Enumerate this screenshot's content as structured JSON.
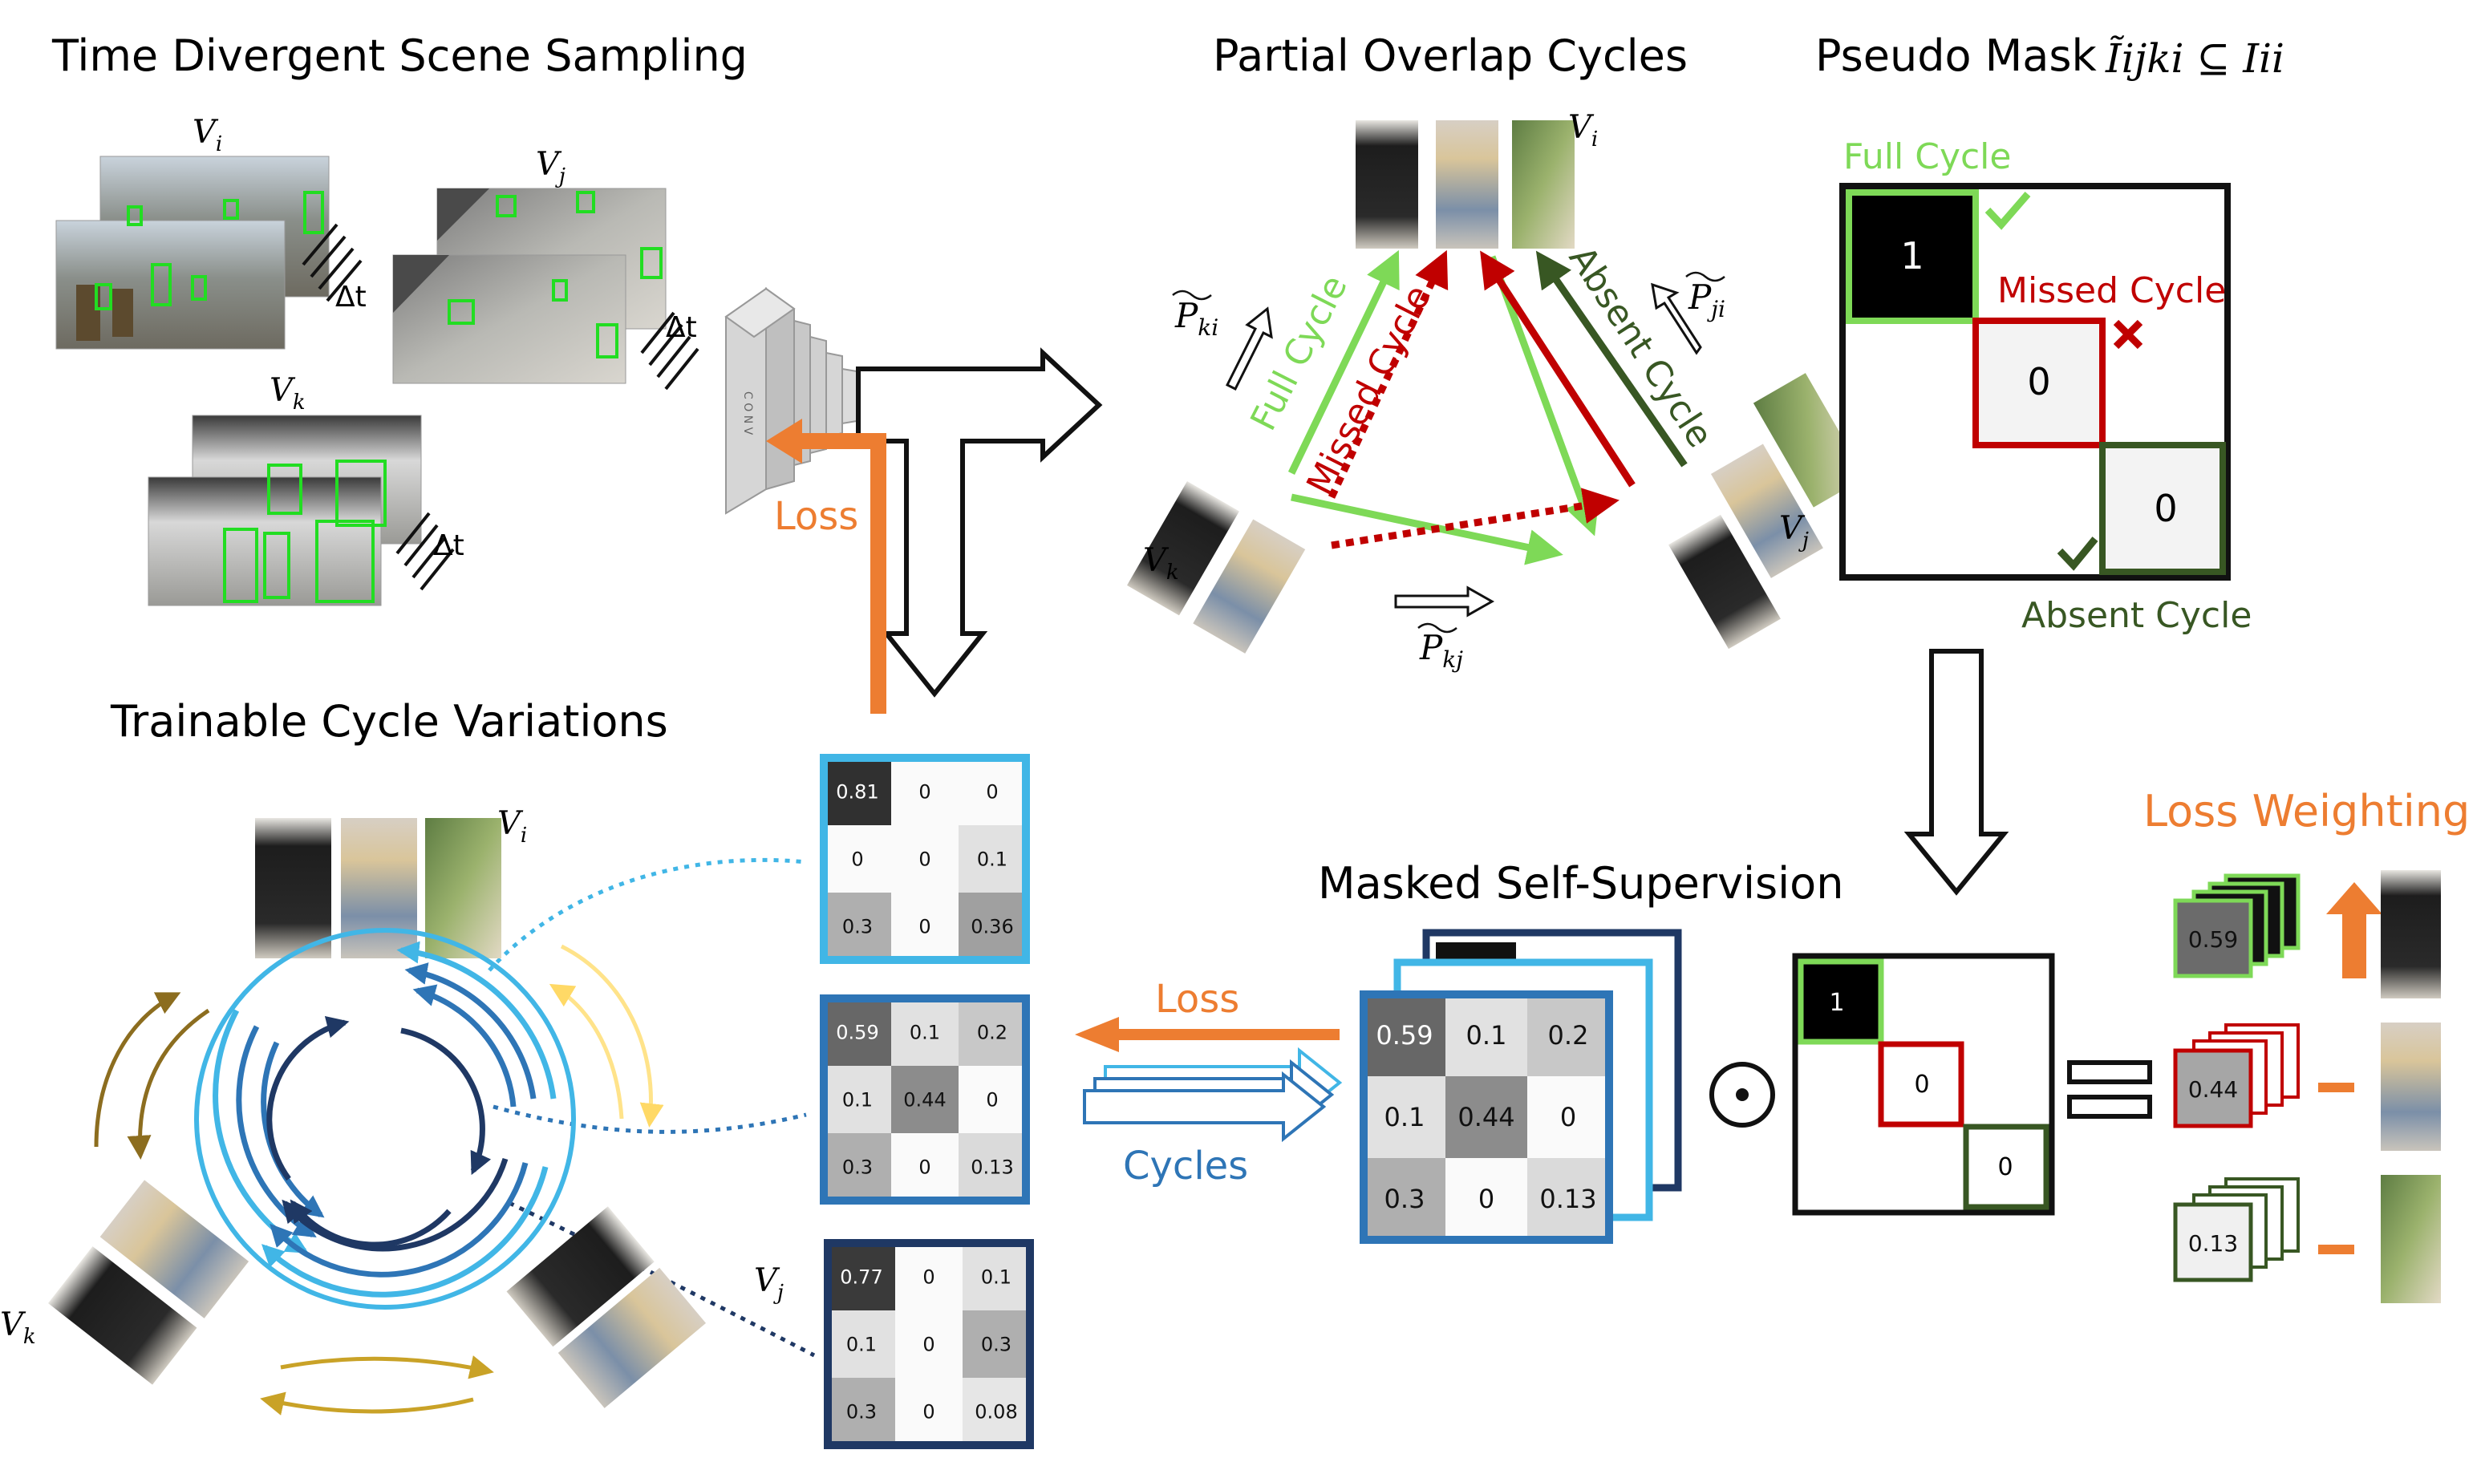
{
  "titles": {
    "scene_sampling": "Time Divergent Scene Sampling",
    "partial_overlap": "Partial Overlap Cycles",
    "pseudo_mask": "Pseudo Mask",
    "pseudo_mask_formula": "Ĩijki ⊆ Iii",
    "trainable": "Trainable Cycle Variations",
    "masked_self_sup": "Masked Self-Supervision",
    "loss_weighting": "Loss Weighting"
  },
  "video_labels": {
    "vi": "V",
    "vi_sub": "i",
    "vj": "V",
    "vj_sub": "j",
    "vk": "V",
    "vk_sub": "k",
    "delta_t": "Δt"
  },
  "conv_text": "C O N V",
  "loss_label": "Loss",
  "cycles_label": "Cycles",
  "odot": "⊙",
  "cycle_labels": {
    "full": "Full Cycle",
    "missed": "Missed Cycle",
    "absent": "Absent Cycle"
  },
  "perms": {
    "pki": "P",
    "pki_sub": "ki",
    "pji": "P",
    "pji_sub": "ji",
    "pkj": "P",
    "pkj_sub": "kj"
  },
  "pseudo_mask_values": [
    "1",
    "0",
    "0"
  ],
  "matrices": {
    "m1": [
      [
        "0.81",
        "0",
        "0"
      ],
      [
        "0",
        "0",
        "0.1"
      ],
      [
        "0.3",
        "0",
        "0.36"
      ]
    ],
    "m2": [
      [
        "0.59",
        "0.1",
        "0.2"
      ],
      [
        "0.1",
        "0.44",
        "0"
      ],
      [
        "0.3",
        "0",
        "0.13"
      ]
    ],
    "m3": [
      [
        "0.77",
        "0",
        "0.1"
      ],
      [
        "0.1",
        "0",
        "0.3"
      ],
      [
        "0.3",
        "0",
        "0.08"
      ]
    ],
    "masked": [
      [
        "0.59",
        "0.1",
        "0.2"
      ],
      [
        "0.1",
        "0.44",
        "0"
      ],
      [
        "0.3",
        "0",
        "0.13"
      ]
    ]
  },
  "small_mask_values": [
    "1",
    "0",
    "0"
  ],
  "weight_values": [
    "0.59",
    "0.44",
    "0.13"
  ],
  "colors": {
    "full_green": "#7ed957",
    "missed_red": "#c00000",
    "absent_green": "#385723",
    "orange": "#ed7d31",
    "blue_light": "#41b6e6",
    "blue_mid": "#2e75b6",
    "navy": "#1f3864",
    "olive": "#8c6d1f",
    "gold": "#c9a227",
    "yellow": "#ffe38a"
  }
}
